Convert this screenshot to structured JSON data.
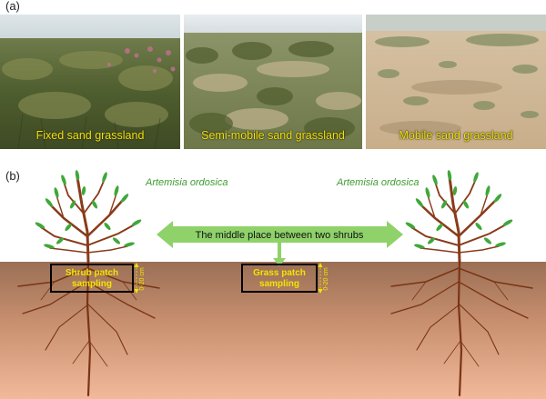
{
  "panel_a": {
    "label": "(a)",
    "photos": [
      {
        "caption": "Fixed sand grassland"
      },
      {
        "caption": "Semi-mobile sand grassland"
      },
      {
        "caption": "Mobile sand grassland"
      }
    ]
  },
  "panel_b": {
    "label": "(b)",
    "species_left": "Artemisia ordosica",
    "species_right": "Artemisia ordosica",
    "arrow_label": "The middle place between two shrubs",
    "shrub_box_line1": "Shrub patch",
    "shrub_box_line2": "sampling",
    "grass_box_line1": "Grass patch",
    "grass_box_line2": "sampling",
    "depth_left": "0-20 cm",
    "depth_right": "0-20 cm"
  },
  "colors": {
    "caption": "#f3e400",
    "arrow": "#8fd26a",
    "leaf": "#3fa83a",
    "branch": "#8a3b1a",
    "soil_top": "#9b6f55",
    "soil_bottom": "#f2b99a"
  }
}
